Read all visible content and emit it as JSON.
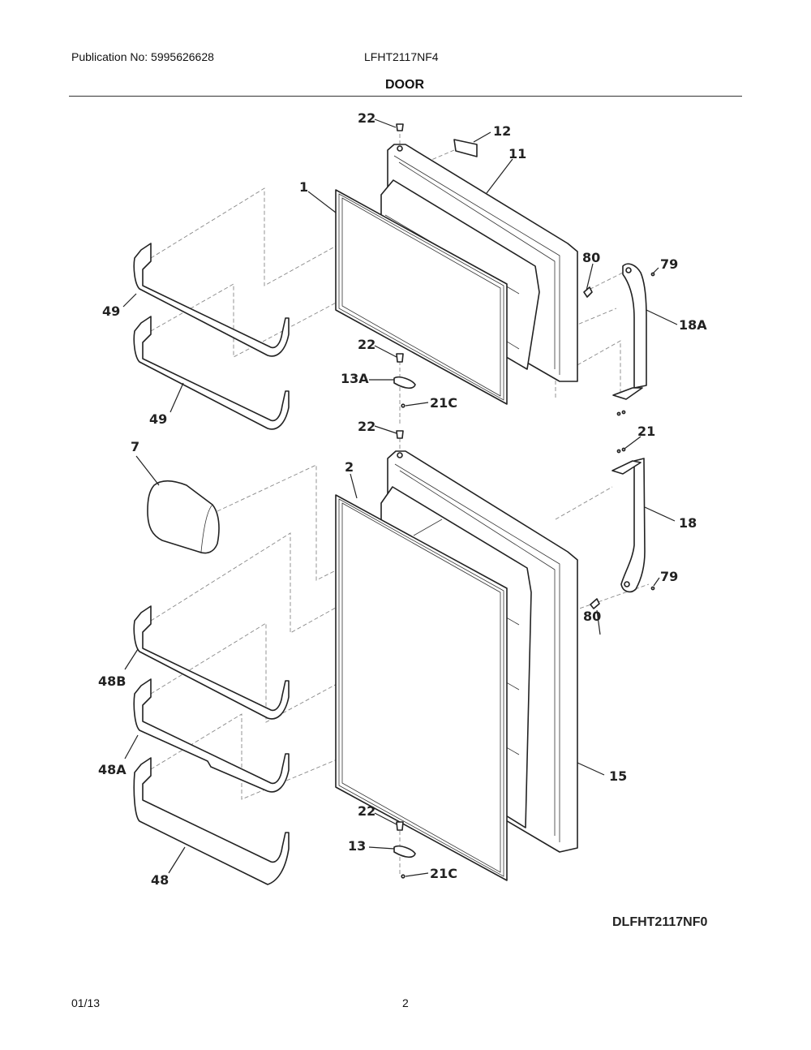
{
  "header": {
    "publication_label": "Publication No: 5995626628",
    "model": "LFHT2117NF4",
    "section_title": "DOOR"
  },
  "diagram": {
    "code": "DLFHT2117NF0",
    "callouts": [
      {
        "id": "c22a",
        "label": "22"
      },
      {
        "id": "c12",
        "label": "12"
      },
      {
        "id": "c11",
        "label": "11"
      },
      {
        "id": "c1",
        "label": "1"
      },
      {
        "id": "c80a",
        "label": "80"
      },
      {
        "id": "c79a",
        "label": "79"
      },
      {
        "id": "c49a",
        "label": "49"
      },
      {
        "id": "c18A",
        "label": "18A"
      },
      {
        "id": "c22b",
        "label": "22"
      },
      {
        "id": "c13A",
        "label": "13A"
      },
      {
        "id": "c49b",
        "label": "49"
      },
      {
        "id": "c21Ca",
        "label": "21C"
      },
      {
        "id": "c22c",
        "label": "22"
      },
      {
        "id": "c21",
        "label": "21"
      },
      {
        "id": "c7",
        "label": "7"
      },
      {
        "id": "c2",
        "label": "2"
      },
      {
        "id": "c18",
        "label": "18"
      },
      {
        "id": "c79b",
        "label": "79"
      },
      {
        "id": "c80b",
        "label": "80"
      },
      {
        "id": "c48B",
        "label": "48B"
      },
      {
        "id": "c48A",
        "label": "48A"
      },
      {
        "id": "c15",
        "label": "15"
      },
      {
        "id": "c22d",
        "label": "22"
      },
      {
        "id": "c13",
        "label": "13"
      },
      {
        "id": "c21Cb",
        "label": "21C"
      },
      {
        "id": "c48",
        "label": "48"
      }
    ]
  },
  "footer": {
    "date": "01/13",
    "page_number": "2"
  }
}
